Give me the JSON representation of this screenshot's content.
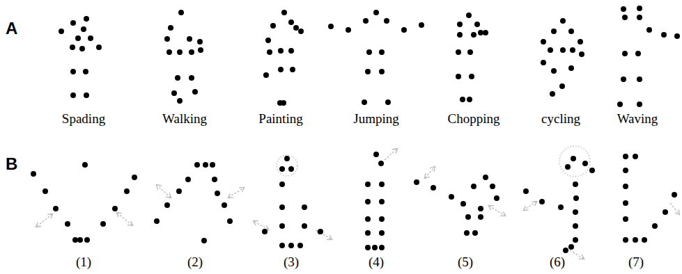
{
  "diagram": {
    "labels": [
      "A",
      "Spading",
      "Walking",
      "Painting",
      "Jumping",
      "Chopping",
      "cycling",
      "Waving",
      "B",
      "(1)",
      "(2)",
      "(3)",
      "(4)",
      "(5)",
      "(6)",
      "(7)"
    ]
  }
}
